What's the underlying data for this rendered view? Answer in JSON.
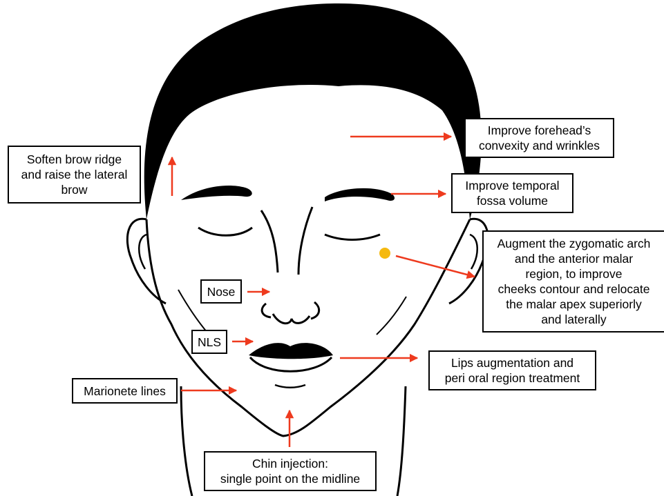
{
  "colors": {
    "arrow": "#ee3a1e",
    "marker": "#f5b90f",
    "ink": "#000000"
  },
  "labels": {
    "brow": [
      "Soften brow ridge",
      "and raise the lateral",
      "brow"
    ],
    "forehead": [
      "Improve forehead’s",
      "convexity and wrinkles"
    ],
    "temporal": [
      "Improve temporal",
      "fossa volume"
    ],
    "zygomatic": [
      "Augment the zygomatic arch",
      "and the anterior malar",
      "region, to improve",
      "cheeks contour and relocate",
      "the malar apex superiorly",
      "and laterally"
    ],
    "nose": [
      "Nose"
    ],
    "nls": [
      "NLS"
    ],
    "lips": [
      "Lips augmentation and",
      "peri oral region treatment"
    ],
    "marionette": [
      "Marionete lines"
    ],
    "chin": [
      "Chin injection:",
      "single point on the midline"
    ]
  }
}
